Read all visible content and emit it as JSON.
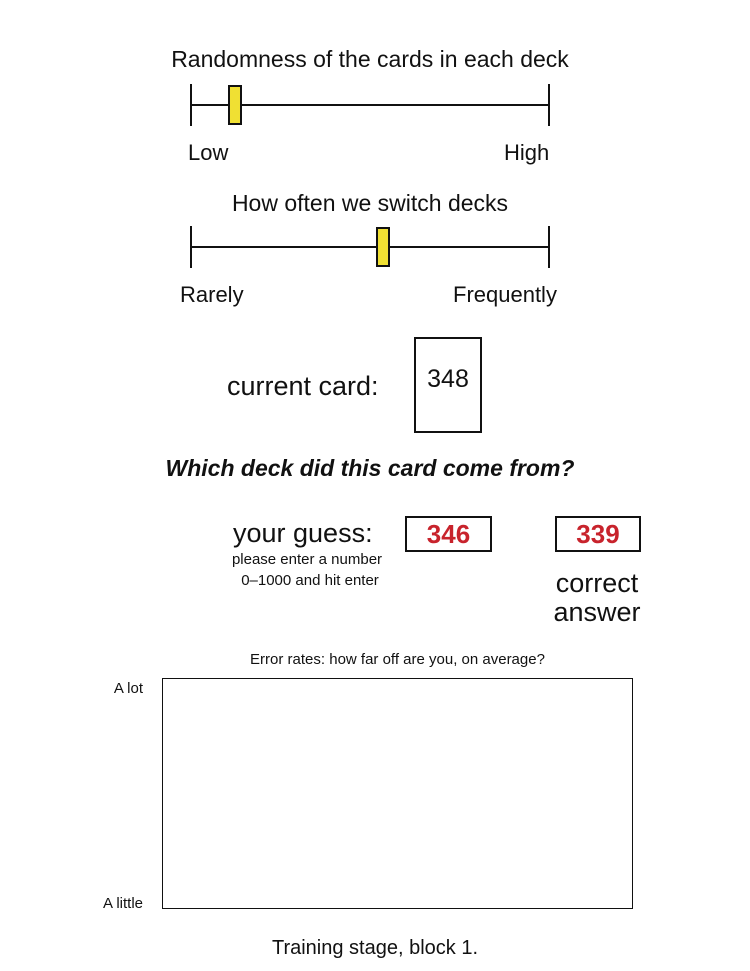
{
  "slider_randomness": {
    "title": "Randomness of the cards in each deck",
    "low_label": "Low",
    "high_label": "High",
    "value": 0.125
  },
  "slider_switch": {
    "title": "How often we switch decks",
    "low_label": "Rarely",
    "high_label": "Frequently",
    "value": 0.536
  },
  "card": {
    "label": "current card:",
    "value": "348"
  },
  "question": "Which deck did this card come from?",
  "guess": {
    "label": "your guess:",
    "hint_line1": "please enter a number",
    "hint_line2": "0–1000 and hit enter",
    "value": "346"
  },
  "answer": {
    "value": "339",
    "label_line1": "correct",
    "label_line2": "answer"
  },
  "error_chart": {
    "title": "Error rates: how far off are you, on average?",
    "top_label": "A lot",
    "bottom_label": "A little"
  },
  "footer": "Training stage, block 1.",
  "colors": {
    "thumb": "#f0e033",
    "value_red": "#c8232c"
  }
}
